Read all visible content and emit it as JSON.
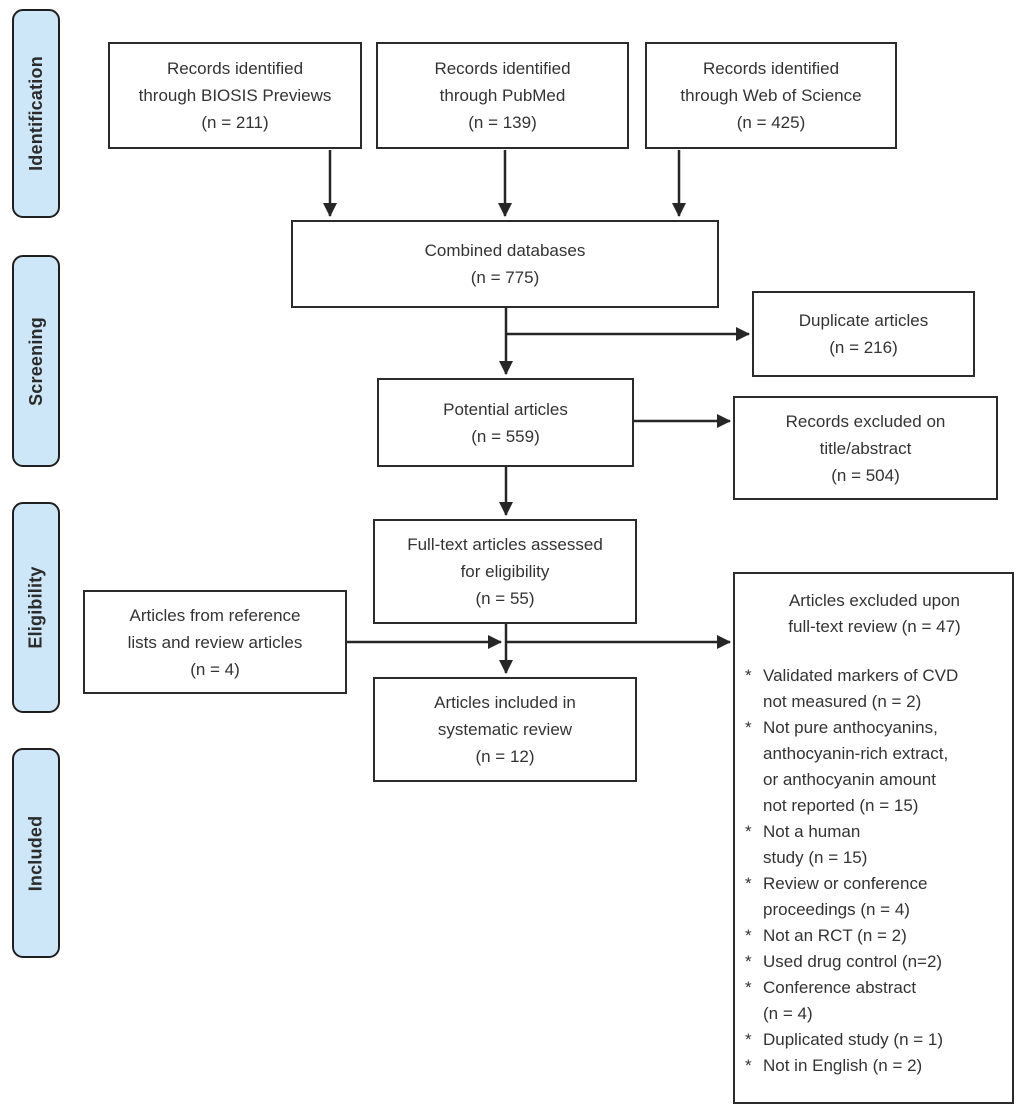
{
  "diagram": {
    "type": "prisma-flow",
    "colors": {
      "stage_fill": "#cde7f8",
      "box_border": "#2b2b2b",
      "arrow": "#262626"
    },
    "stages": {
      "identification": "Identification",
      "screening": "Screening",
      "eligibility": "Eligibility",
      "included": "Included"
    },
    "boxes": {
      "biosis": "Records identified\nthrough BIOSIS Previews\n(n = 211)",
      "pubmed": "Records identified\nthrough PubMed\n(n = 139)",
      "web_of_science": "Records identified\nthrough Web of Science\n(n = 425)",
      "combined": "Combined databases\n(n = 775)",
      "duplicates": "Duplicate articles\n(n = 216)",
      "potential": "Potential articles\n(n = 559)",
      "title_abstract_excluded": "Records excluded on\ntitle/abstract\n(n = 504)",
      "fulltext": "Full-text articles assessed\nfor eligibility\n(n = 55)",
      "reference_lists": "Articles from reference\nlists and review articles\n(n = 4)",
      "included_review": "Articles included in\nsystematic review\n(n = 12)"
    },
    "excluded_box": {
      "title": "Articles excluded upon\nfull-text review (n = 47)",
      "bullet_char": "*",
      "reasons": [
        "Validated markers of CVD\nnot measured (n = 2)",
        "Not pure anthocyanins,\nanthocyanin-rich extract,\nor anthocyanin amount\nnot reported (n = 15)",
        "Not a human\nstudy (n = 15)",
        "Review or conference\nproceedings (n = 4)",
        "Not an RCT (n = 2)",
        "Used drug control (n=2)",
        "Conference abstract\n(n = 4)",
        "Duplicated study (n = 1)",
        "Not in English (n = 2)"
      ]
    }
  }
}
